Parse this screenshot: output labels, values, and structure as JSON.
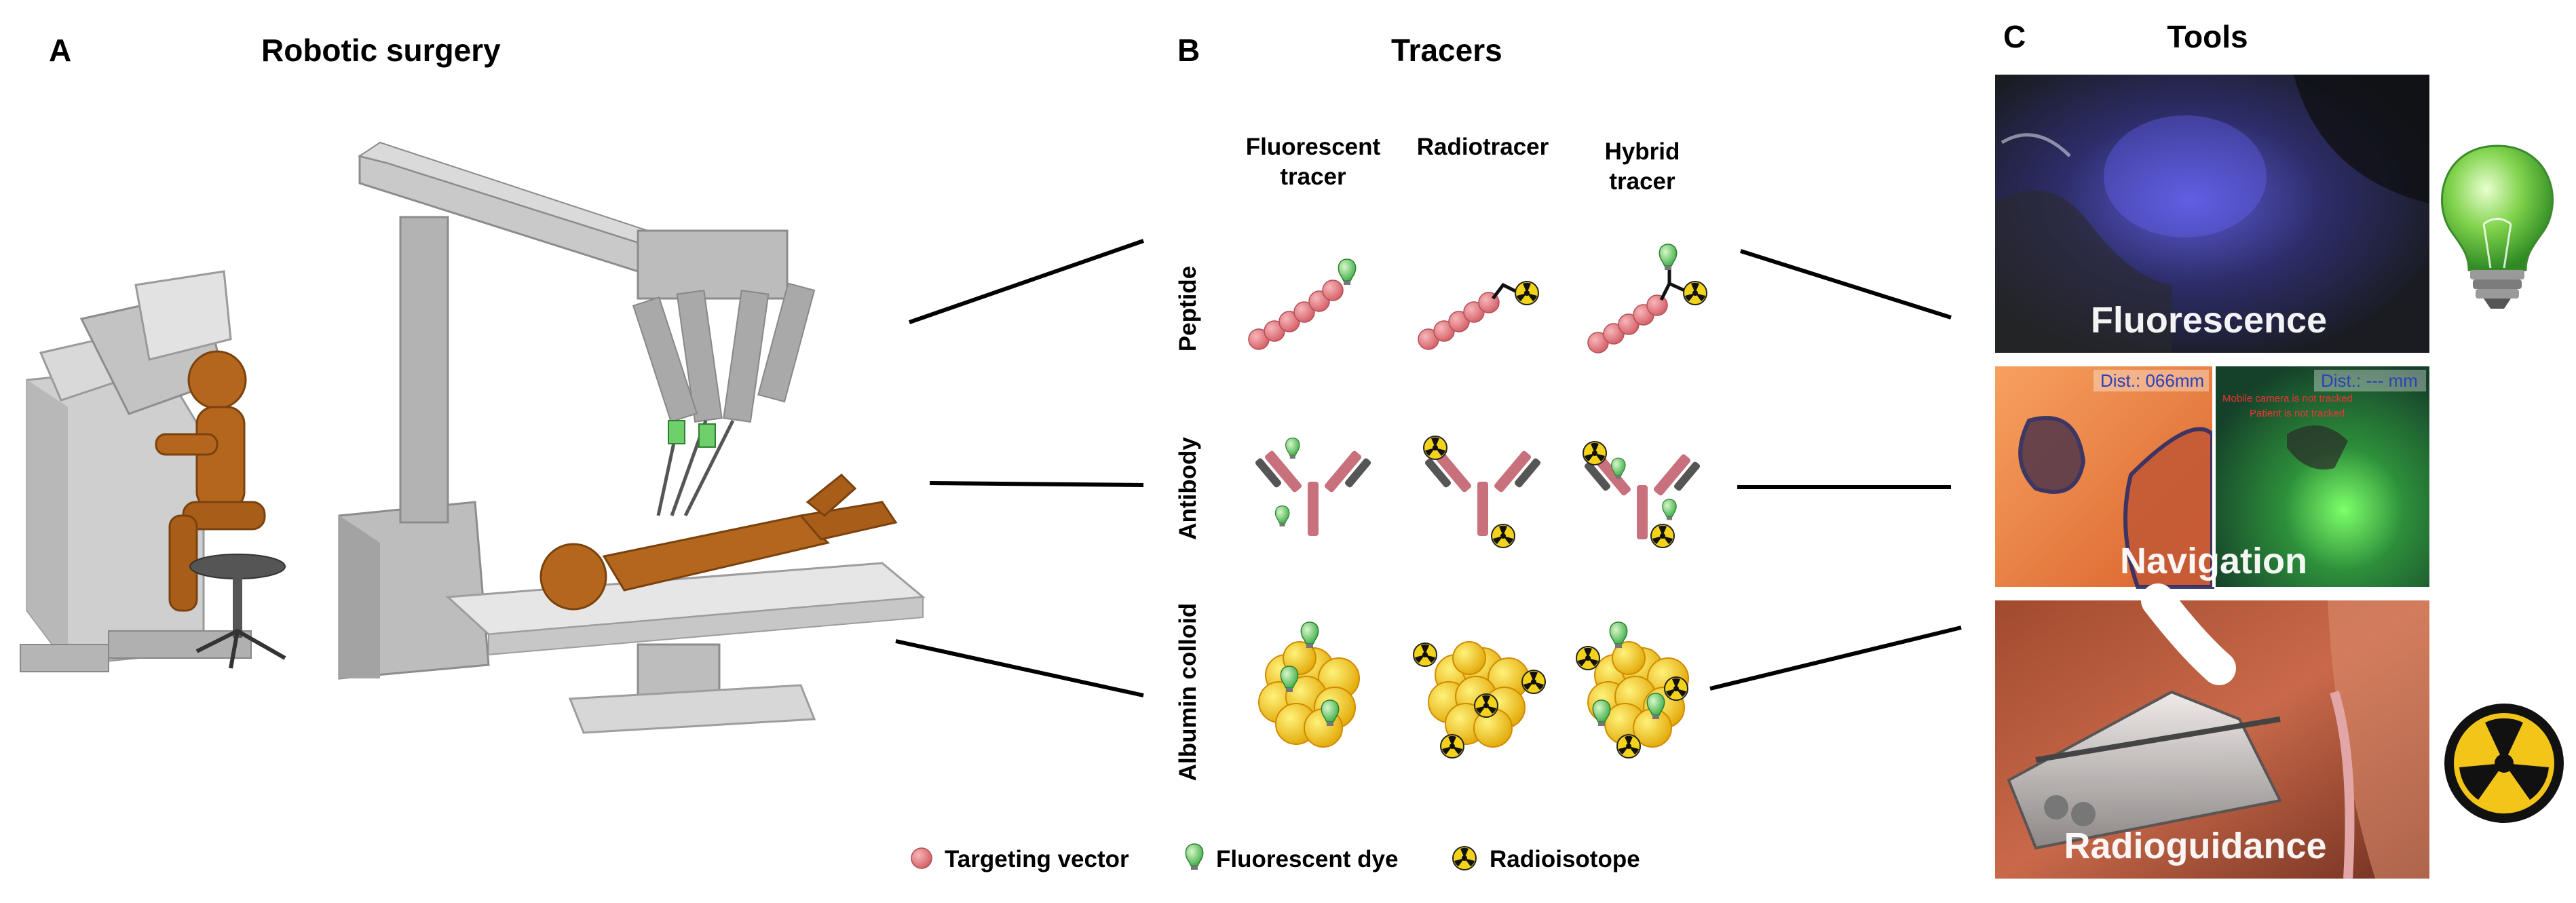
{
  "panel_a": {
    "letter": "A",
    "title": "Robotic surgery"
  },
  "panel_b": {
    "letter": "B",
    "title": "Tracers",
    "columns": [
      "Fluorescent tracer",
      "Radiotracer",
      "Hybrid tracer"
    ],
    "rows": [
      "Peptide",
      "Antibody",
      "Albumin colloid"
    ],
    "legend": [
      {
        "label": "Targeting vector",
        "icon": "targeting-vector-icon"
      },
      {
        "label": "Fluorescent dye",
        "icon": "fluorescent-dye-icon"
      },
      {
        "label": "Radioisotope",
        "icon": "radioisotope-icon"
      }
    ]
  },
  "panel_c": {
    "letter": "C",
    "title": "Tools",
    "images": [
      {
        "caption": "Fluorescence"
      },
      {
        "caption": "Navigation",
        "hud_left": "Dist.: 066mm",
        "hud_right": "Dist.: --- mm",
        "warning_1": "Mobile camera is not tracked",
        "warning_2": "Patient is not tracked"
      },
      {
        "caption": "Radioguidance"
      }
    ],
    "icons": [
      "light-bulb-icon",
      "radiation-icon"
    ]
  },
  "colors": {
    "vector": "#e57d83",
    "dye": "#6fd06b",
    "isotope_yellow": "#f3d21a",
    "antibody_pink": "#c8707c",
    "antibody_gray": "#555555",
    "colloid_yellow": "#f5c518",
    "robot_gray": "#a8a8a8",
    "mannequin": "#b4661c"
  }
}
